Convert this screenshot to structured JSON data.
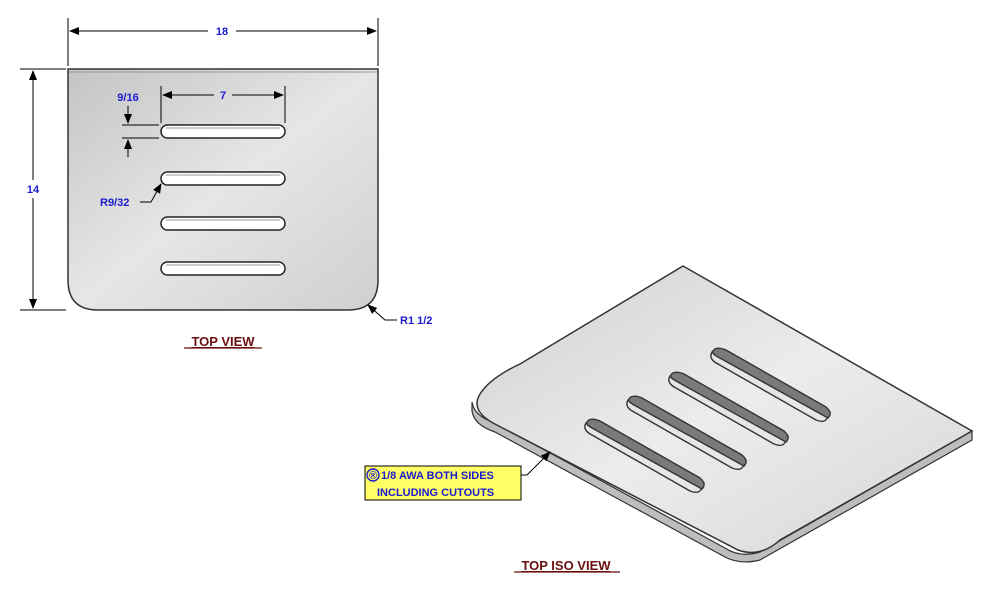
{
  "dimensions": {
    "width": "18",
    "height": "14",
    "slot_length": "7",
    "slot_spacing": "9/16",
    "slot_radius": "R9/32",
    "corner_radius": "R1 1/2"
  },
  "views": {
    "top_view_label": "TOP VIEW",
    "iso_view_label": "TOP ISO VIEW"
  },
  "note": {
    "symbol": "®",
    "line1": "1/8 AWA BOTH SIDES",
    "line2": "INCLUDING CUTOUTS"
  },
  "colors": {
    "dimension_text": "#1a1ad0",
    "view_title": "#6b1010",
    "note_background": "#ffff66",
    "plate_fill": "#d8d8d8"
  }
}
